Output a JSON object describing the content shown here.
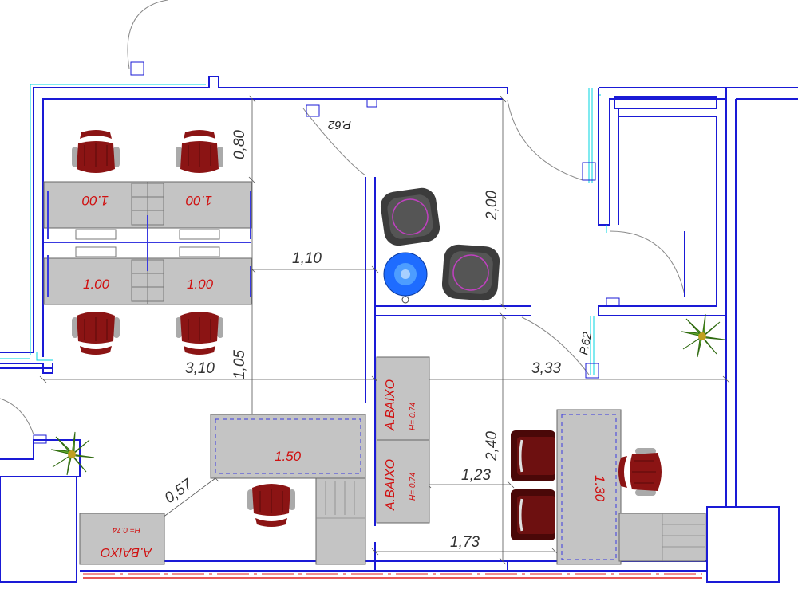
{
  "desks": {
    "top_left": "1.00",
    "top_right": "1.00",
    "bottom_left": "1.00",
    "bottom_right": "1.00",
    "reception": "1.50",
    "manager": "1.30"
  },
  "cabinets": {
    "upper_label": "A.BAIXO",
    "upper_height": "H= 0.74",
    "lower_label": "A.BAIXO",
    "lower_height": "H= 0.74",
    "corner_label": "A.BAIXO",
    "corner_height": "H= 0.74"
  },
  "doors": {
    "top": "P.62",
    "right": "P.62"
  },
  "dimensions": {
    "d_080": "0,80",
    "d_110": "1,10",
    "d_200": "2,00",
    "d_310": "3,10",
    "d_105": "1,05",
    "d_333": "3,33",
    "d_240": "2,40",
    "d_057": "0,57",
    "d_123": "1,23",
    "d_173": "1,73"
  },
  "colors": {
    "wall_outer": "#1a1ad6",
    "wall_inner": "#00d4e0",
    "desk": "#c4c4c4",
    "chair": "#8b1414",
    "chair_dark": "#4a0808",
    "armchair": "#444444",
    "water_cooler": "#1e6cff",
    "dim_text": "#333333",
    "red_text": "#d01010",
    "plant": "#5ea82a"
  }
}
